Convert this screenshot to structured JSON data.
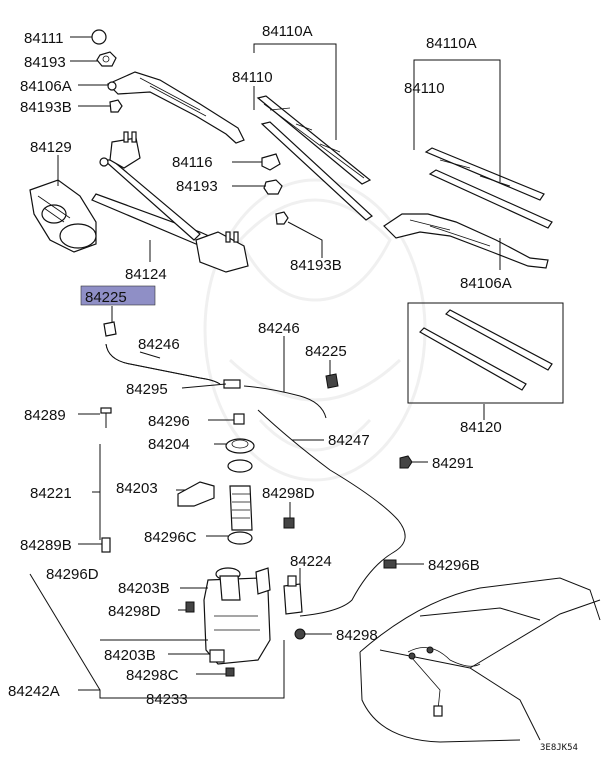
{
  "diagram": {
    "highlighted_part": "84225",
    "highlight_color": "#8f8fc6",
    "footer_code": "3E8JK54",
    "labels": {
      "p84111": "84111",
      "p84193a": "84193",
      "p84106a_l": "84106A",
      "p84193b_l": "84193B",
      "p84129": "84129",
      "p84124": "84124",
      "p84110a_1": "84110A",
      "p84110_1": "84110",
      "p84116": "84116",
      "p84193c": "84193",
      "p84193b_r": "84193B",
      "p84110a_2": "84110A",
      "p84110_2": "84110",
      "p84106a_r": "84106A",
      "p84225": "84225",
      "p84246_l": "84246",
      "p84246_r": "84246",
      "p84225_r": "84225",
      "p84295": "84295",
      "p84289": "84289",
      "p84296": "84296",
      "p84204": "84204",
      "p84247": "84247",
      "p84120": "84120",
      "p84291": "84291",
      "p84221": "84221",
      "p84203": "84203",
      "p84298d_r": "84298D",
      "p84289b": "84289B",
      "p84296c": "84296C",
      "p84224": "84224",
      "p84296d": "84296D",
      "p84296b": "84296B",
      "p84203b_a": "84203B",
      "p84298d_l": "84298D",
      "p84298": "84298",
      "p84203b_b": "84203B",
      "p84298c": "84298C",
      "p84242a": "84242A",
      "p84233": "84233"
    }
  }
}
